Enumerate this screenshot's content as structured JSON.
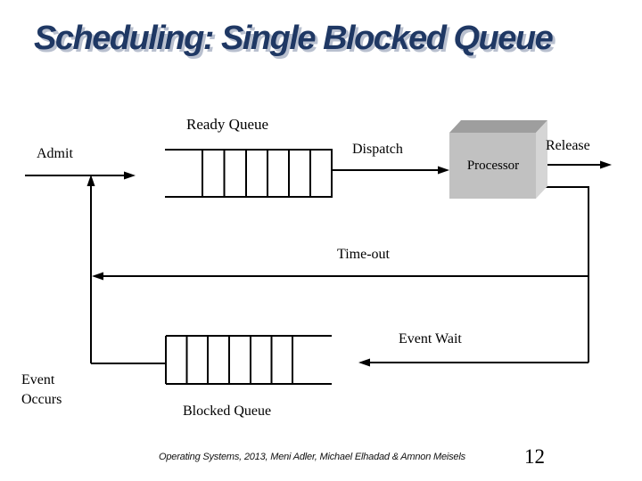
{
  "slide": {
    "title": "Scheduling: Single Blocked Queue",
    "footer": "Operating Systems,  2013, Meni Adler, Michael Elhadad &  Amnon Meisels",
    "page_number": "12"
  },
  "diagram": {
    "labels": {
      "ready_queue": "Ready Queue",
      "admit": "Admit",
      "dispatch": "Dispatch",
      "processor": "Processor",
      "release": "Release",
      "timeout": "Time-out",
      "event_wait": "Event Wait",
      "event_occurs": "Event\nOccurs",
      "blocked_queue": "Blocked Queue"
    },
    "queues": {
      "ready_queue_cells": 6,
      "blocked_queue_cells": 6
    },
    "colors": {
      "background": "#ffffff",
      "title_text": "#1f3864",
      "title_shadow": "#b9c0cf",
      "diagram_lines": "#000000",
      "processor_front": "#c1c1c1",
      "processor_top": "#9e9e9e",
      "processor_side": "#d5d5d5"
    }
  }
}
